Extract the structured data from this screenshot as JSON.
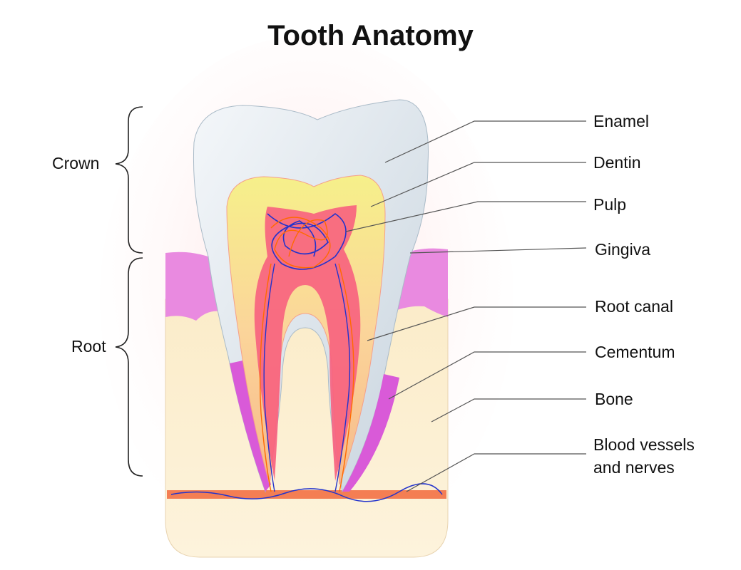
{
  "title": "Tooth Anatomy",
  "groups": {
    "crown": "Crown",
    "root": "Root"
  },
  "labels": {
    "enamel": "Enamel",
    "dentin": "Dentin",
    "pulp": "Pulp",
    "gingiva": "Gingiva",
    "root_canal": "Root canal",
    "cementum": "Cementum",
    "bone": "Bone",
    "blood_vessels_line1": "Blood vessels",
    "blood_vessels_line2": "and nerves"
  }
}
